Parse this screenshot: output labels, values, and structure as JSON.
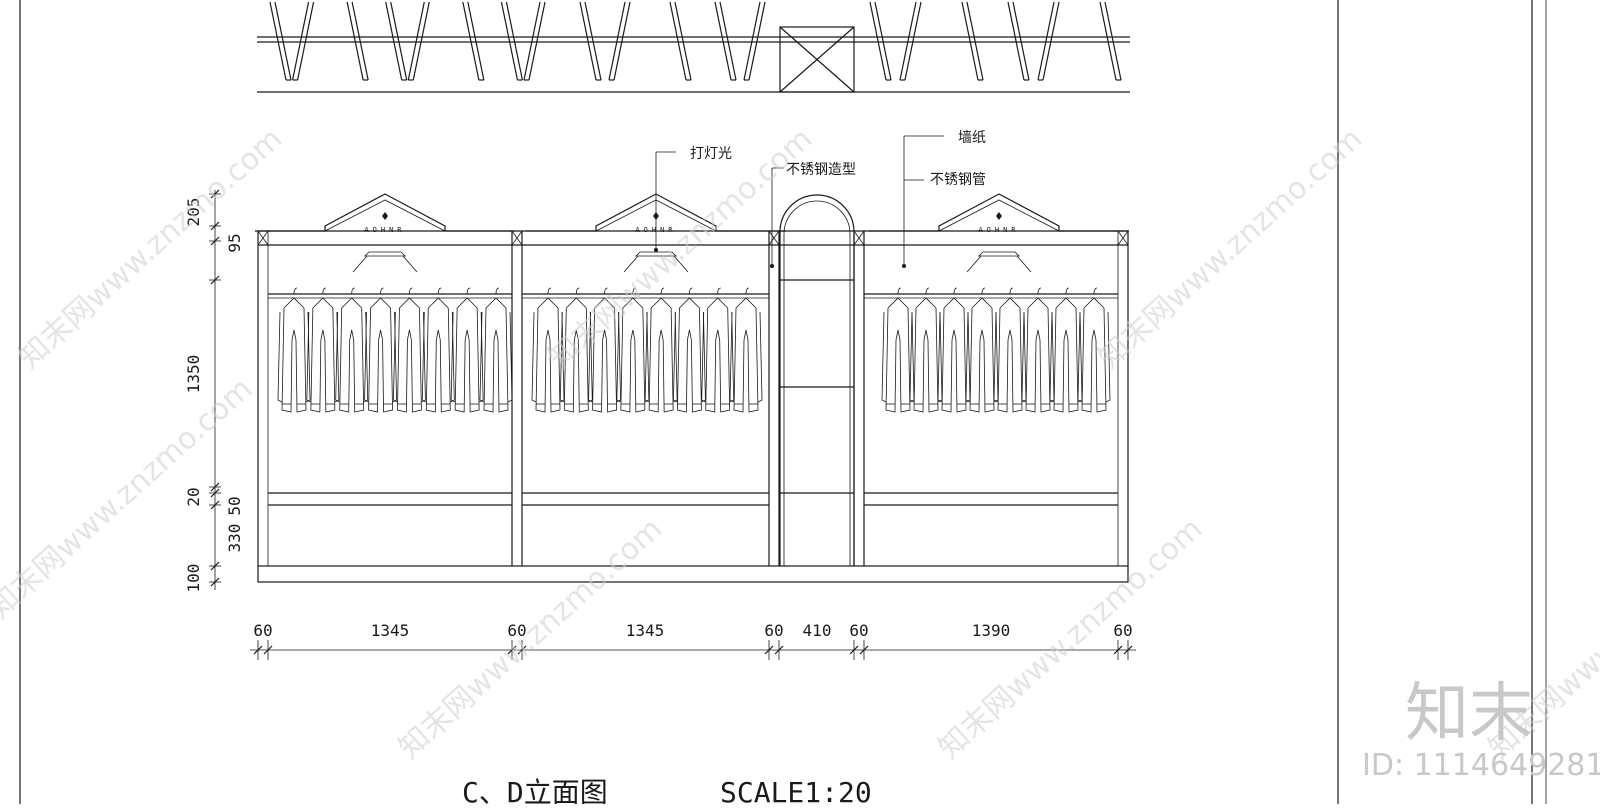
{
  "drawing": {
    "title": "C、D立面图",
    "scale": "SCALE1:20"
  },
  "annotations": {
    "lighting": "打灯光",
    "ss_feature": "不锈钢造型",
    "wallpaper": "墙纸",
    "ss_tube": "不锈钢管",
    "logo_text": "AOHNR"
  },
  "vertical_dims": [
    "205",
    "95",
    "1350",
    "20",
    "50",
    "330",
    "100"
  ],
  "horizontal_dims": [
    "60",
    "1345",
    "60",
    "1345",
    "60",
    "410",
    "60",
    "1390",
    "60"
  ],
  "watermark": {
    "site": "知末网www.znzmo.com",
    "brand": "知末",
    "id_label": "ID: 1114649281"
  }
}
